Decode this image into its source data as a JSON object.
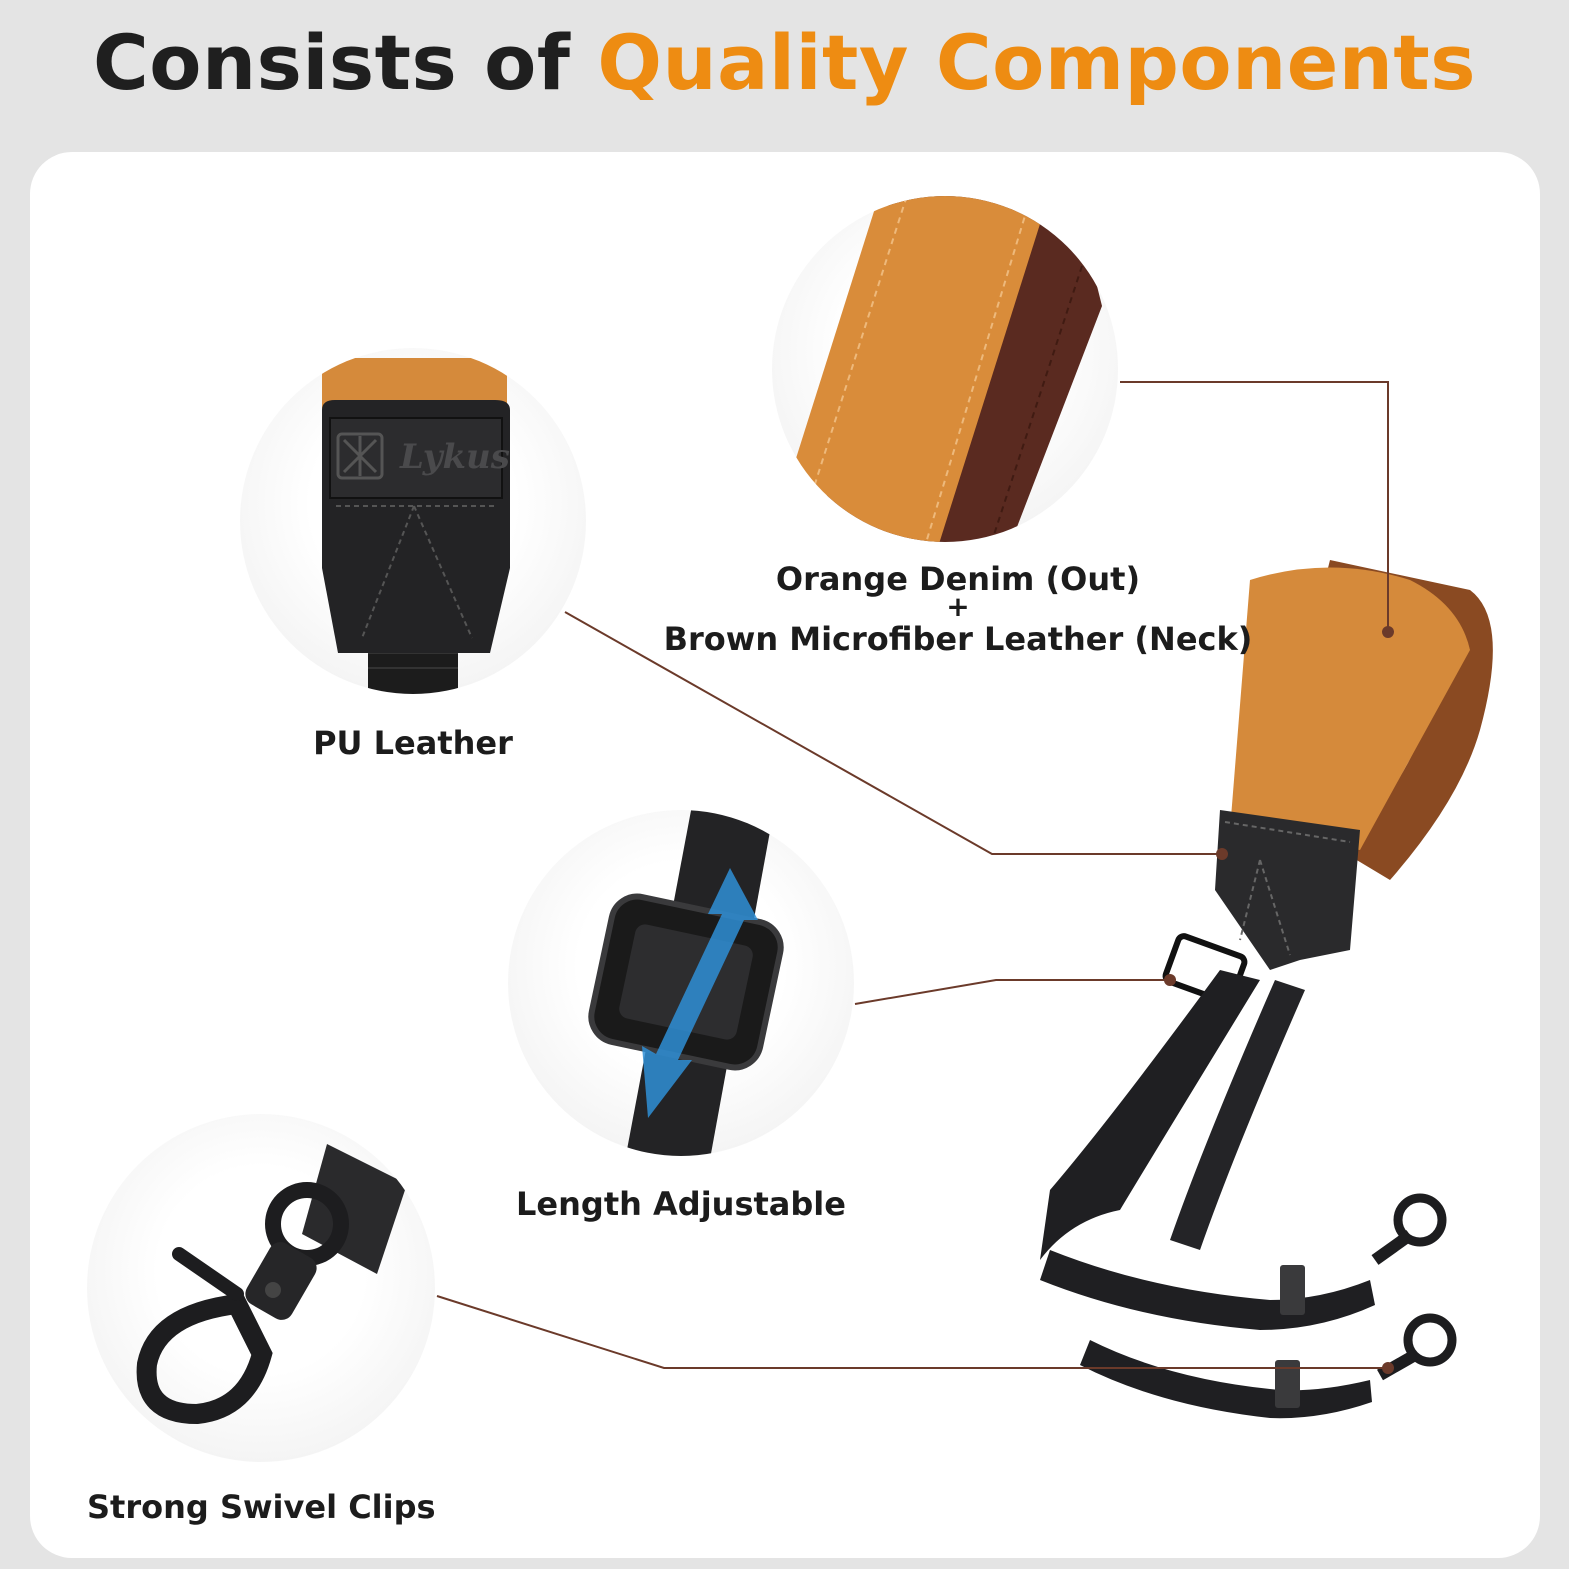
{
  "title": {
    "prefix": "Consists of",
    "accent": "Quality Components"
  },
  "components": {
    "pu_leather": {
      "label": "PU Leather",
      "brand": "Lykus"
    },
    "fabric": {
      "line1": "Orange Denim (Out)",
      "plus": "+",
      "line2": "Brown Microfiber Leather (Neck)"
    },
    "length": {
      "label": "Length Adjustable"
    },
    "clips": {
      "label": "Strong Swivel Clips"
    }
  },
  "colors": {
    "accent": "#ee8c12",
    "denim": "#d58a3b",
    "leather_brown": "#5a2a20",
    "strap_black": "#1f1f22",
    "leader_line": "#6b3a2a",
    "arrow_blue": "#2f8fd6"
  }
}
